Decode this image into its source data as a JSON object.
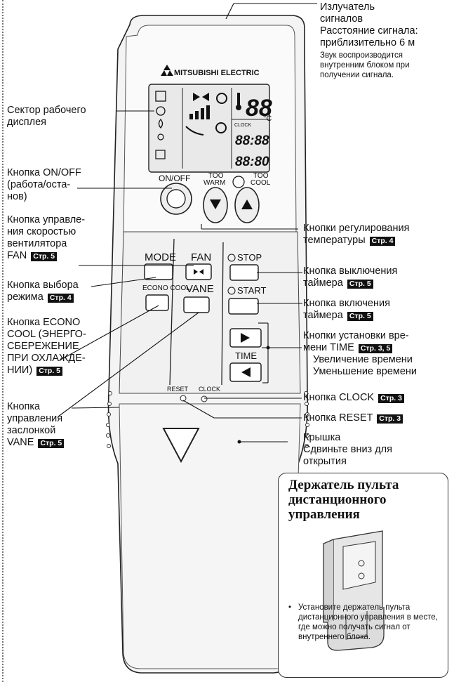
{
  "emitter": {
    "title": "Излучатель",
    "title2": "сигналов",
    "range1": "Расстояние сигнала:",
    "range2": "приблизительно 6 м",
    "note1": "Звук воспроизводится",
    "note2": "внутренним блоком при",
    "note3": "получении сигнала."
  },
  "display_sector": {
    "line1": "Сектор рабочего",
    "line2": "дисплея"
  },
  "on_off": {
    "line1": "Кнопка ON/OFF",
    "line2": "(работа/оста-",
    "line3": "нов)"
  },
  "fan_speed": {
    "line1": "Кнопка управле-",
    "line2": "ния скоростью",
    "line3": "вентилятора",
    "line4": "FAN",
    "page": "Стр. 5"
  },
  "mode_select": {
    "line1": "Кнопка выбора",
    "line2": "режима",
    "page": "Стр. 4"
  },
  "econo": {
    "line1": "Кнопка ECONO",
    "line2": "COOL (ЭНЕРГО-",
    "line3": "СБЕРЕЖЕНИЕ",
    "line4": "ПРИ ОХЛАЖДЕ-",
    "line5": "НИИ)",
    "page": "Стр. 5"
  },
  "vane": {
    "line1": "Кнопка",
    "line2": "управления",
    "line3": "заслонкой",
    "line4": "VANE",
    "page": "Стр. 5"
  },
  "temp_buttons": {
    "line1": "Кнопки регулирования",
    "line2": "температуры",
    "page": "Стр. 4"
  },
  "timer_off": {
    "line1": "Кнопка выключения",
    "line2": "таймера",
    "page": "Стр. 5"
  },
  "timer_on": {
    "line1": "Кнопка включения",
    "line2": "таймера",
    "page": "Стр. 5"
  },
  "time_buttons": {
    "line1": "Кнопки установки вре-",
    "line2": "мени TIME",
    "page": "Стр. 3, 5",
    "line3": "Увеличение времени",
    "line4": "Уменьшение времени"
  },
  "clock_btn": {
    "label": "Кнопка CLOCK",
    "page": "Стр. 3"
  },
  "reset_btn": {
    "label": "Кнопка RESET",
    "page": "Стр. 3"
  },
  "cover": {
    "line1": "Крышка",
    "line2": "Сдвиньте вниз для",
    "line3": "открытия"
  },
  "holder": {
    "title1": "Держатель пульта",
    "title2": "дистанционного",
    "title3": "управления",
    "bullet": "•",
    "note": "Установите держатель пульта дистанционного управления в месте, где можно получать сигнал от внутреннего блока."
  },
  "remote": {
    "brand": "MITSUBISHI ELECTRIC",
    "temp": "88",
    "unit": "°C",
    "clock": "CLOCK",
    "time1": "88:88",
    "time2": "88:80",
    "on_off": "ON/OFF",
    "too_warm1": "TOO",
    "too_warm2": "WARM",
    "too_cool1": "TOO",
    "too_cool2": "COOL",
    "mode": "MODE",
    "fan": "FAN",
    "vane": "VANE",
    "econo": "ECONO COOL",
    "stop": "STOP",
    "start": "START",
    "time": "TIME",
    "reset": "RESET",
    "clock_btn": "CLOCK"
  }
}
